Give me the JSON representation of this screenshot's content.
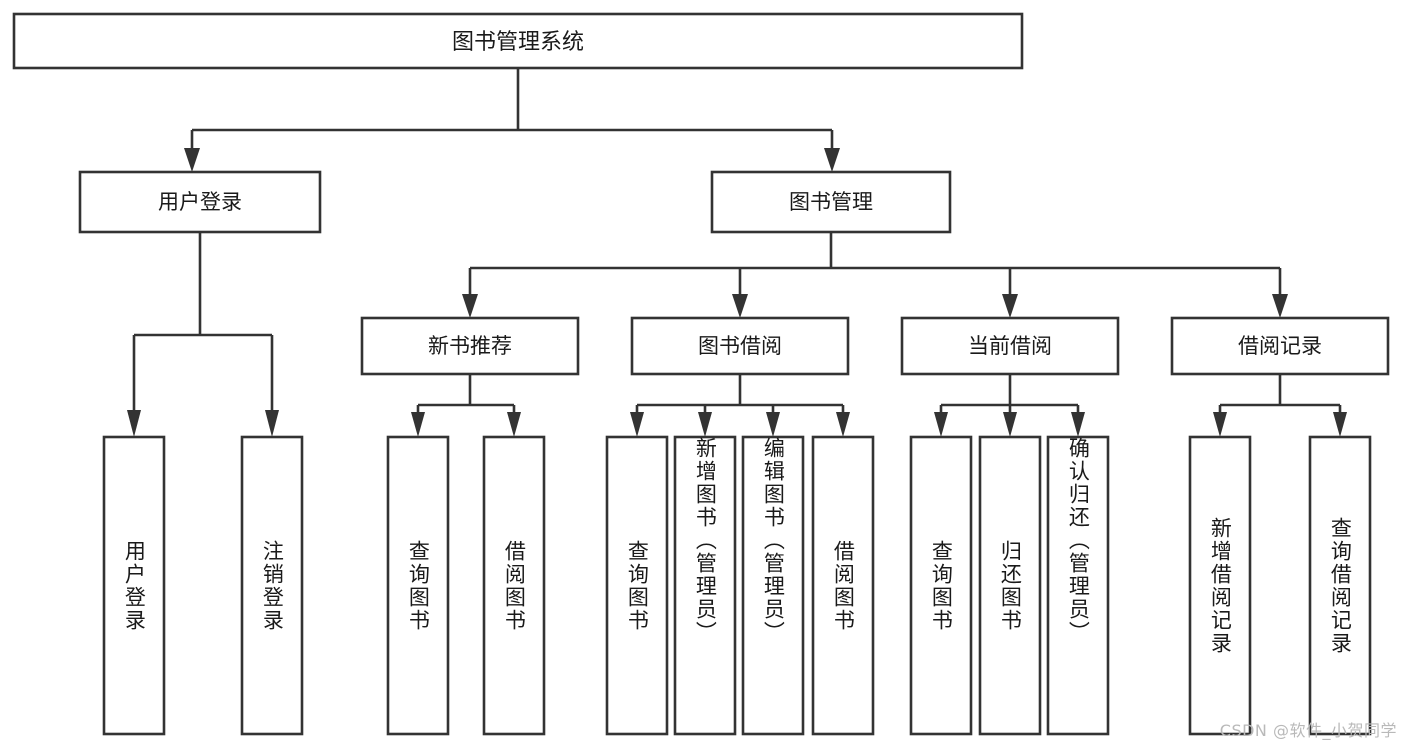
{
  "diagram": {
    "type": "tree",
    "title": "图书管理系统",
    "orientation": "top-down",
    "colors": {
      "background": "#ffffff",
      "box_fill": "#ffffff",
      "box_stroke": "#333333",
      "text": "#1a1a1a",
      "watermark": "#b9b9b9"
    },
    "root": {
      "label": "图书管理系统",
      "children": [
        {
          "label": "用户登录",
          "children": [
            {
              "label": "用户登录"
            },
            {
              "label": "注销登录"
            }
          ]
        },
        {
          "label": "图书管理",
          "children": [
            {
              "label": "新书推荐",
              "children": [
                {
                  "label": "查询图书"
                },
                {
                  "label": "借阅图书"
                }
              ]
            },
            {
              "label": "图书借阅",
              "children": [
                {
                  "label": "查询图书"
                },
                {
                  "label": "新增图书（管理员）"
                },
                {
                  "label": "编辑图书（管理员）"
                },
                {
                  "label": "借阅图书"
                }
              ]
            },
            {
              "label": "当前借阅",
              "children": [
                {
                  "label": "查询图书"
                },
                {
                  "label": "归还图书"
                },
                {
                  "label": "确认归还（管理员）"
                }
              ]
            },
            {
              "label": "借阅记录",
              "children": [
                {
                  "label": "新增借阅记录"
                },
                {
                  "label": "查询借阅记录"
                }
              ]
            }
          ]
        }
      ]
    }
  },
  "nodes": {
    "root": "图书管理系统",
    "l1": {
      "user_login": "用户登录",
      "book_manage": "图书管理"
    },
    "l2": {
      "new_book_rec": "新书推荐",
      "book_borrow": "图书借阅",
      "current_borrow": "当前借阅",
      "borrow_record": "借阅记录"
    },
    "leaves": {
      "user_login_1": "用户登录",
      "user_login_2": "注销登录",
      "new_book_1": "查询图书",
      "new_book_2": "借阅图书",
      "borrow_1": "查询图书",
      "borrow_2": "新增图书（管理员）",
      "borrow_3": "编辑图书（管理员）",
      "borrow_4": "借阅图书",
      "current_1": "查询图书",
      "current_2": "归还图书",
      "current_3": "确认归还（管理员）",
      "record_1": "新增借阅记录",
      "record_2": "查询借阅记录"
    }
  },
  "watermark": {
    "text": "CSDN @软件_小贺同学"
  }
}
